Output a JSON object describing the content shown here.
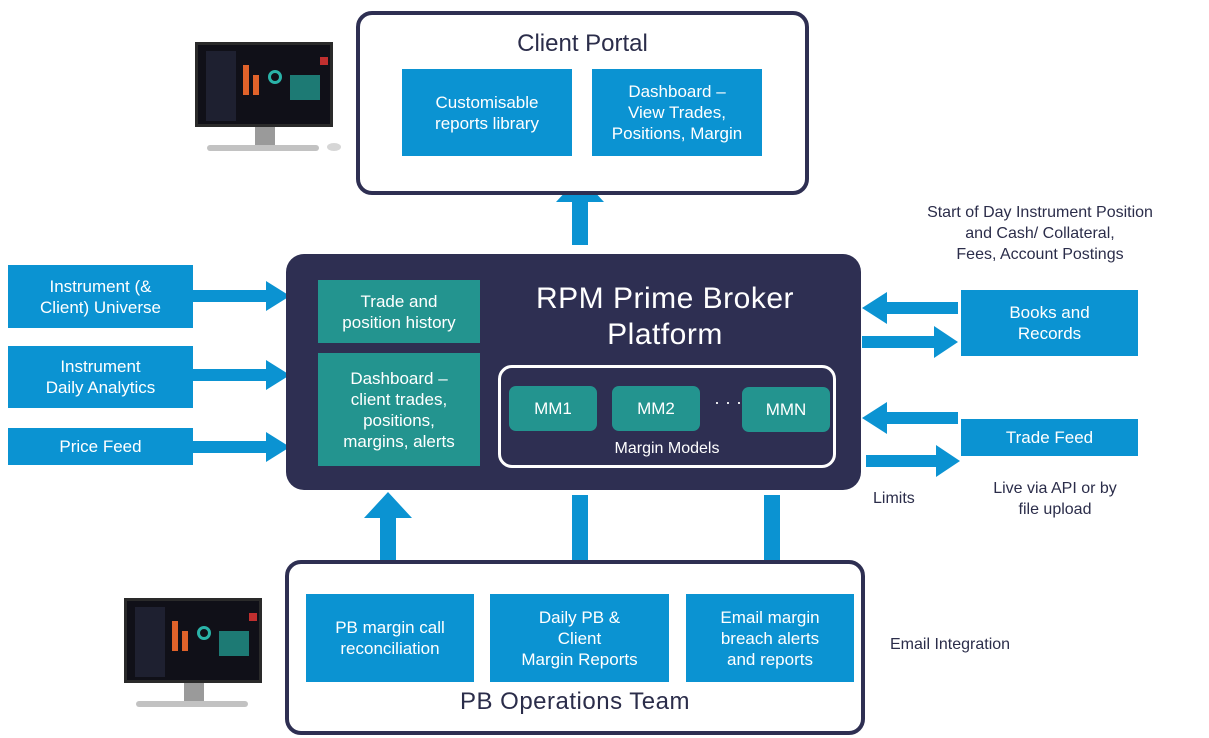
{
  "client_portal": {
    "title": "Client Portal",
    "box_left": "Customisable\nreports library",
    "box_right": "Dashboard –\nView Trades,\nPositions, Margin"
  },
  "platform": {
    "title": "RPM Prime Broker\nPlatform",
    "trade_history": "Trade and\nposition history",
    "dashboard": "Dashboard –\nclient trades,\npositions,\nmargins, alerts",
    "mm1": "MM1",
    "mm2": "MM2",
    "ellipsis": "· · ·",
    "mmn": "MMN",
    "margin_models": "Margin Models"
  },
  "inputs": {
    "universe": "Instrument (&\nClient) Universe",
    "analytics": "Instrument\nDaily Analytics",
    "price_feed": "Price Feed"
  },
  "right": {
    "sod_text": "Start of Day Instrument Position\nand Cash/ Collateral,\nFees, Account Postings",
    "books": "Books and\nRecords",
    "trade_feed": "Trade Feed",
    "limits": "Limits",
    "live_text": "Live via API or by\nfile upload",
    "email_integration": "Email Integration"
  },
  "ops": {
    "title": "PB Operations Team",
    "box1": "PB margin call\nreconciliation",
    "box2": "Daily PB &\nClient\nMargin Reports",
    "box3": "Email margin\nbreach alerts\nand reports"
  },
  "colors": {
    "blue": "#0b93d2",
    "teal": "#23948f",
    "navy": "#2e2f52",
    "arrow": "#0b93d2"
  },
  "icons": {
    "desktop_top": "desktop-monitor-icon",
    "desktop_bottom": "desktop-monitor-icon"
  }
}
